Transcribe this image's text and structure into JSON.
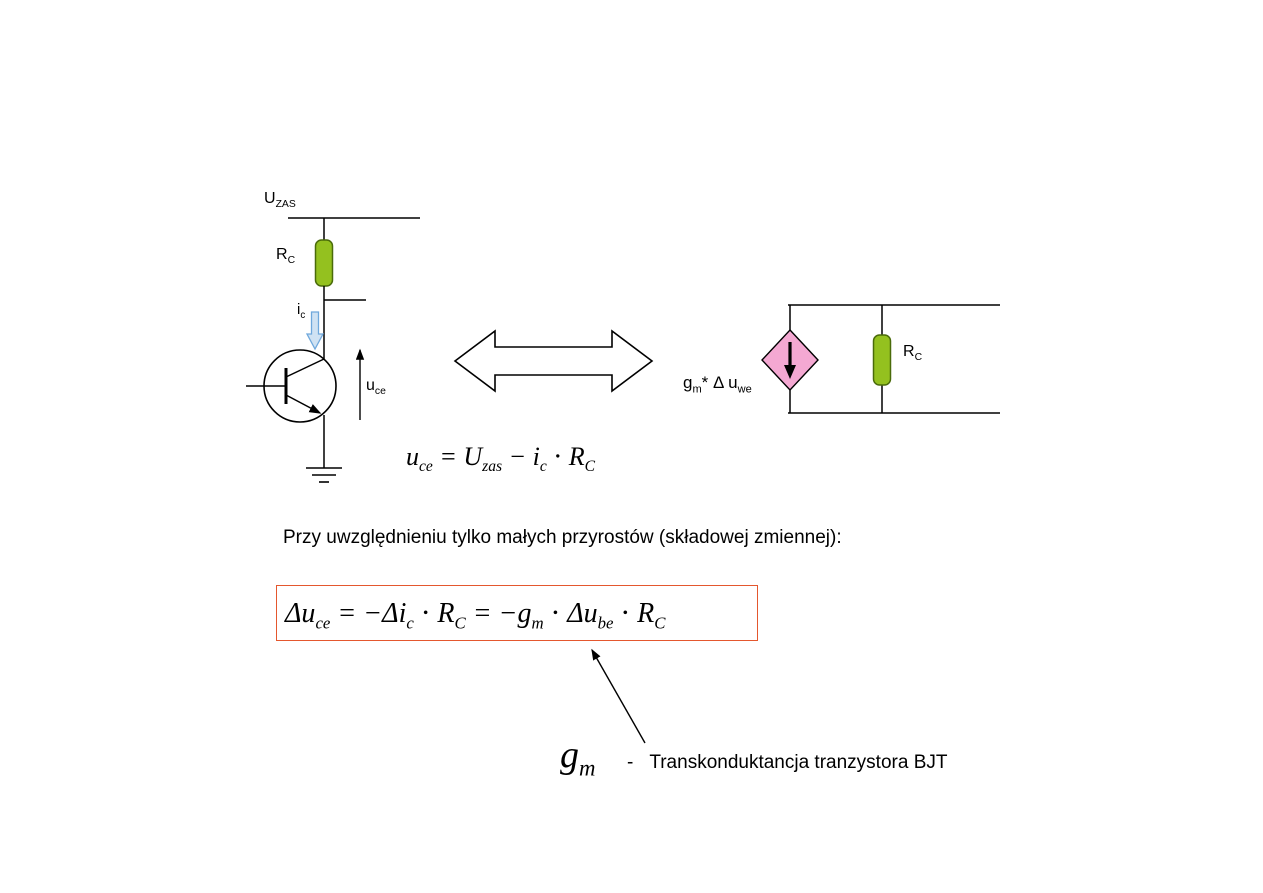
{
  "slide": {
    "left_circuit": {
      "supply": {
        "base": "U",
        "sub": "ZAS"
      },
      "rc": {
        "base": "R",
        "sub": "C"
      },
      "ic": {
        "base": "i",
        "sub": "c"
      },
      "uce": {
        "base": "u",
        "sub": "ce"
      }
    },
    "right_circuit": {
      "rc": {
        "base": "R",
        "sub": "C"
      },
      "source": {
        "p1": "g",
        "s1": "m",
        "p2": "* Δ u",
        "s2": "we"
      }
    },
    "eq_uce": {
      "p1": "u",
      "s1": "ce",
      "p2": " = U",
      "s2": "zas",
      "p3": " − i",
      "s3": "c",
      "p4": " ⋅ R",
      "s4": "C"
    },
    "caption": "Przy uwzględnieniu tylko małych przyrostów (składowej zmiennej):",
    "eq_delta": {
      "p1": "Δu",
      "s1": "ce",
      "p2": " = −Δi",
      "s2": "c",
      "p3": " ⋅ R",
      "s3": "C",
      "p4": " = −g",
      "s4": "m",
      "p5": " ⋅ Δu",
      "s5": "be",
      "p6": " ⋅ R",
      "s6": "C"
    },
    "gm_note": {
      "sym": "g",
      "sym_sub": "m",
      "dash": "-",
      "text": "Transkonduktancja tranzystora BJT"
    },
    "colors": {
      "resistor_fill": "#94c11f",
      "resistor_stroke": "#4a6b0a",
      "source_fill": "#f4a8d2",
      "current_arrow_fill": "#cfe2f3",
      "current_arrow_stroke": "#6fa8dc",
      "box_border": "#e4572e"
    }
  }
}
